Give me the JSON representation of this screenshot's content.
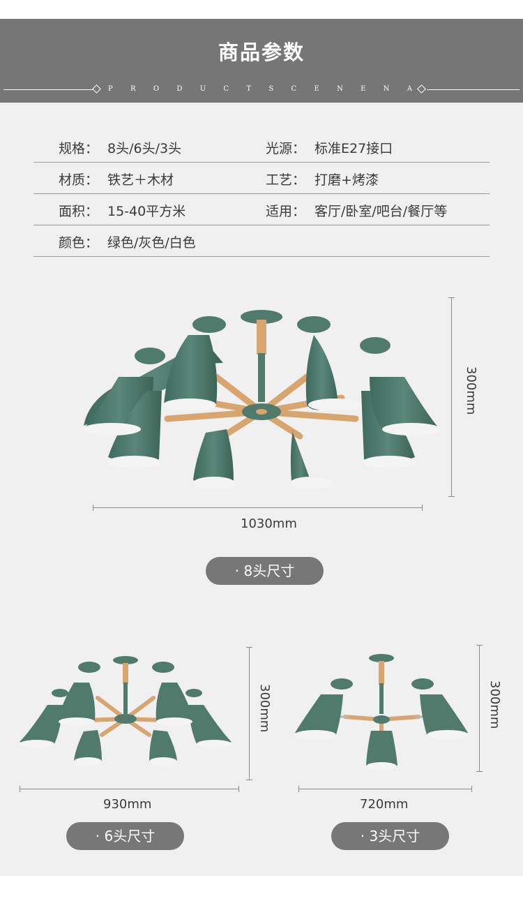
{
  "header": {
    "title": "商品参数",
    "subtitle_letters": [
      "P",
      "R",
      "O",
      "D",
      "U",
      "C",
      "T",
      "S",
      "C",
      "E",
      "N",
      "E",
      "N",
      "A"
    ]
  },
  "specs": [
    {
      "left_label": "规格：",
      "left_value": "8头/6头/3头",
      "right_label": "光源：",
      "right_value": "标准E27接口"
    },
    {
      "left_label": "材质：",
      "left_value": "铁艺＋木材",
      "right_label": "工艺：",
      "right_value": "打磨+烤漆"
    },
    {
      "left_label": "面积：",
      "left_value": "15-40平方米",
      "right_label": "适用：",
      "right_value": "客厅/卧室/吧台/餐厅等"
    },
    {
      "left_label": "颜色：",
      "left_value": "绿色/灰色/白色",
      "right_label": "",
      "right_value": ""
    }
  ],
  "lamps": {
    "eight": {
      "width_label": "1030mm",
      "height_label": "300mm",
      "badge": "· 8头尺寸"
    },
    "six": {
      "width_label": "930mm",
      "height_label": "300mm",
      "badge": "· 6头尺寸"
    },
    "three": {
      "width_label": "720mm",
      "height_label": "300mm",
      "badge": "· 3头尺寸"
    }
  },
  "colors": {
    "header_bg": "#767676",
    "panel_bg": "#f0f0f0",
    "shade_green": "#4f7a6c",
    "wood": "#d9a56f",
    "badge_bg": "#777777"
  }
}
